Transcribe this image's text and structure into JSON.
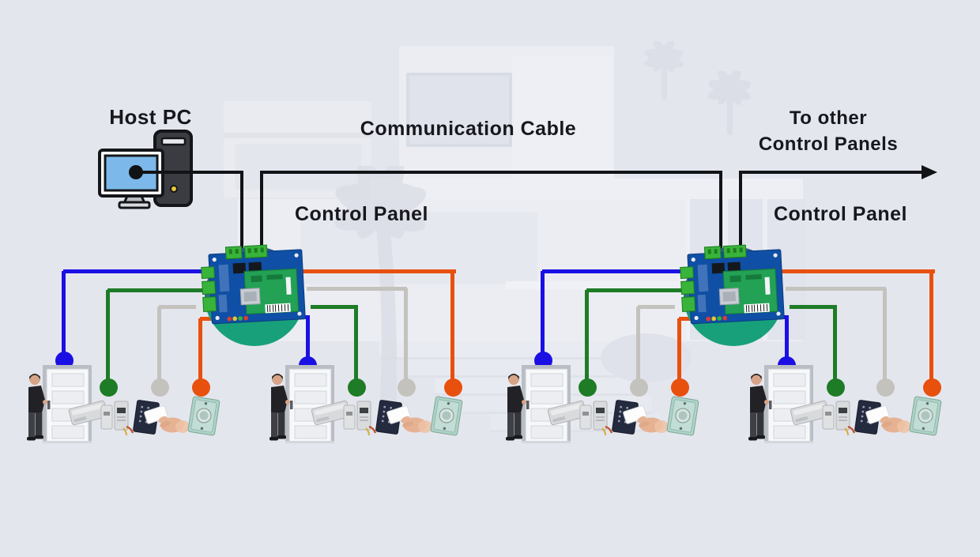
{
  "diagram": {
    "host_pc_label": "Host PC",
    "communication_cable_label": "Communication Cable",
    "to_other_label_line1": "To other",
    "to_other_label_line2": "Control Panels",
    "panels": [
      {
        "label": "Control Panel"
      },
      {
        "label": "Control Panel"
      }
    ]
  },
  "colors": {
    "background": "#e4e6ee",
    "cable_black": "#121317",
    "wire_door_blue": "#1b10e4",
    "wire_power_green": "#1e7c26",
    "wire_reader_gray": "#c4c2bd",
    "wire_exit_orange": "#e8500e",
    "panel_circle_blue": "#2e5c8e",
    "panel_circle_teal": "#18a07b",
    "pcb_board_blue": "#0f4fa5",
    "pcb_module_green": "#23a155",
    "monitor_screen_blue": "#7cb9ea"
  },
  "devices": {
    "door": "door-with-user",
    "power_supply": "power-supply-lock-kit",
    "reader": "card-reader-with-card",
    "exit_button": "exit-button"
  }
}
